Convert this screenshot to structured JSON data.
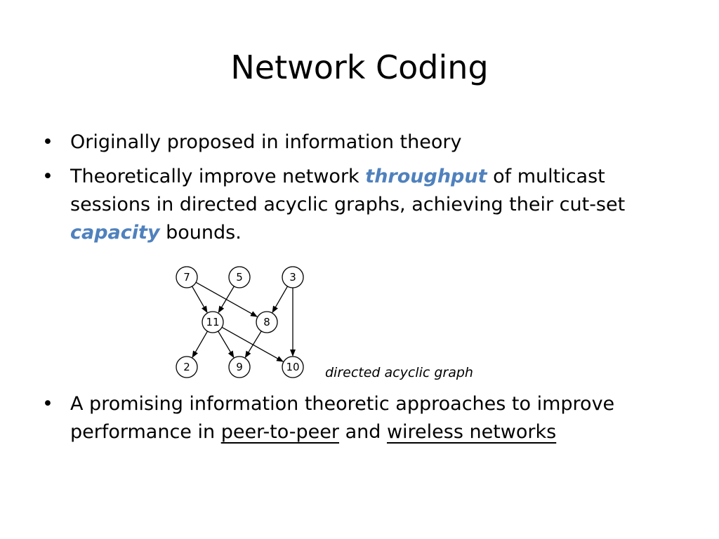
{
  "slide": {
    "title": "Network Coding"
  },
  "bullets": {
    "item1": "Originally proposed in information theory",
    "item2": {
      "part1": "Theoretically improve network ",
      "highlight1": "throughput",
      "part2": " of multicast sessions in directed acyclic graphs, achieving their cut-set ",
      "highlight2": "capacity",
      "part3": " bounds."
    },
    "item3": {
      "part1": "A promising information theoretic approaches to improve performance in ",
      "link1": "peer-to-peer",
      "part2": " and ",
      "link2": "wireless networks"
    }
  },
  "figure": {
    "caption": "directed acyclic graph",
    "nodes": [
      "7",
      "5",
      "3",
      "11",
      "8",
      "2",
      "9",
      "10"
    ],
    "edges": [
      [
        "7",
        "11"
      ],
      [
        "7",
        "8"
      ],
      [
        "5",
        "11"
      ],
      [
        "3",
        "8"
      ],
      [
        "3",
        "10"
      ],
      [
        "11",
        "2"
      ],
      [
        "11",
        "9"
      ],
      [
        "11",
        "10"
      ],
      [
        "8",
        "9"
      ]
    ]
  },
  "colors": {
    "accent": "#4f81bd",
    "text": "#000000",
    "background": "#ffffff"
  }
}
